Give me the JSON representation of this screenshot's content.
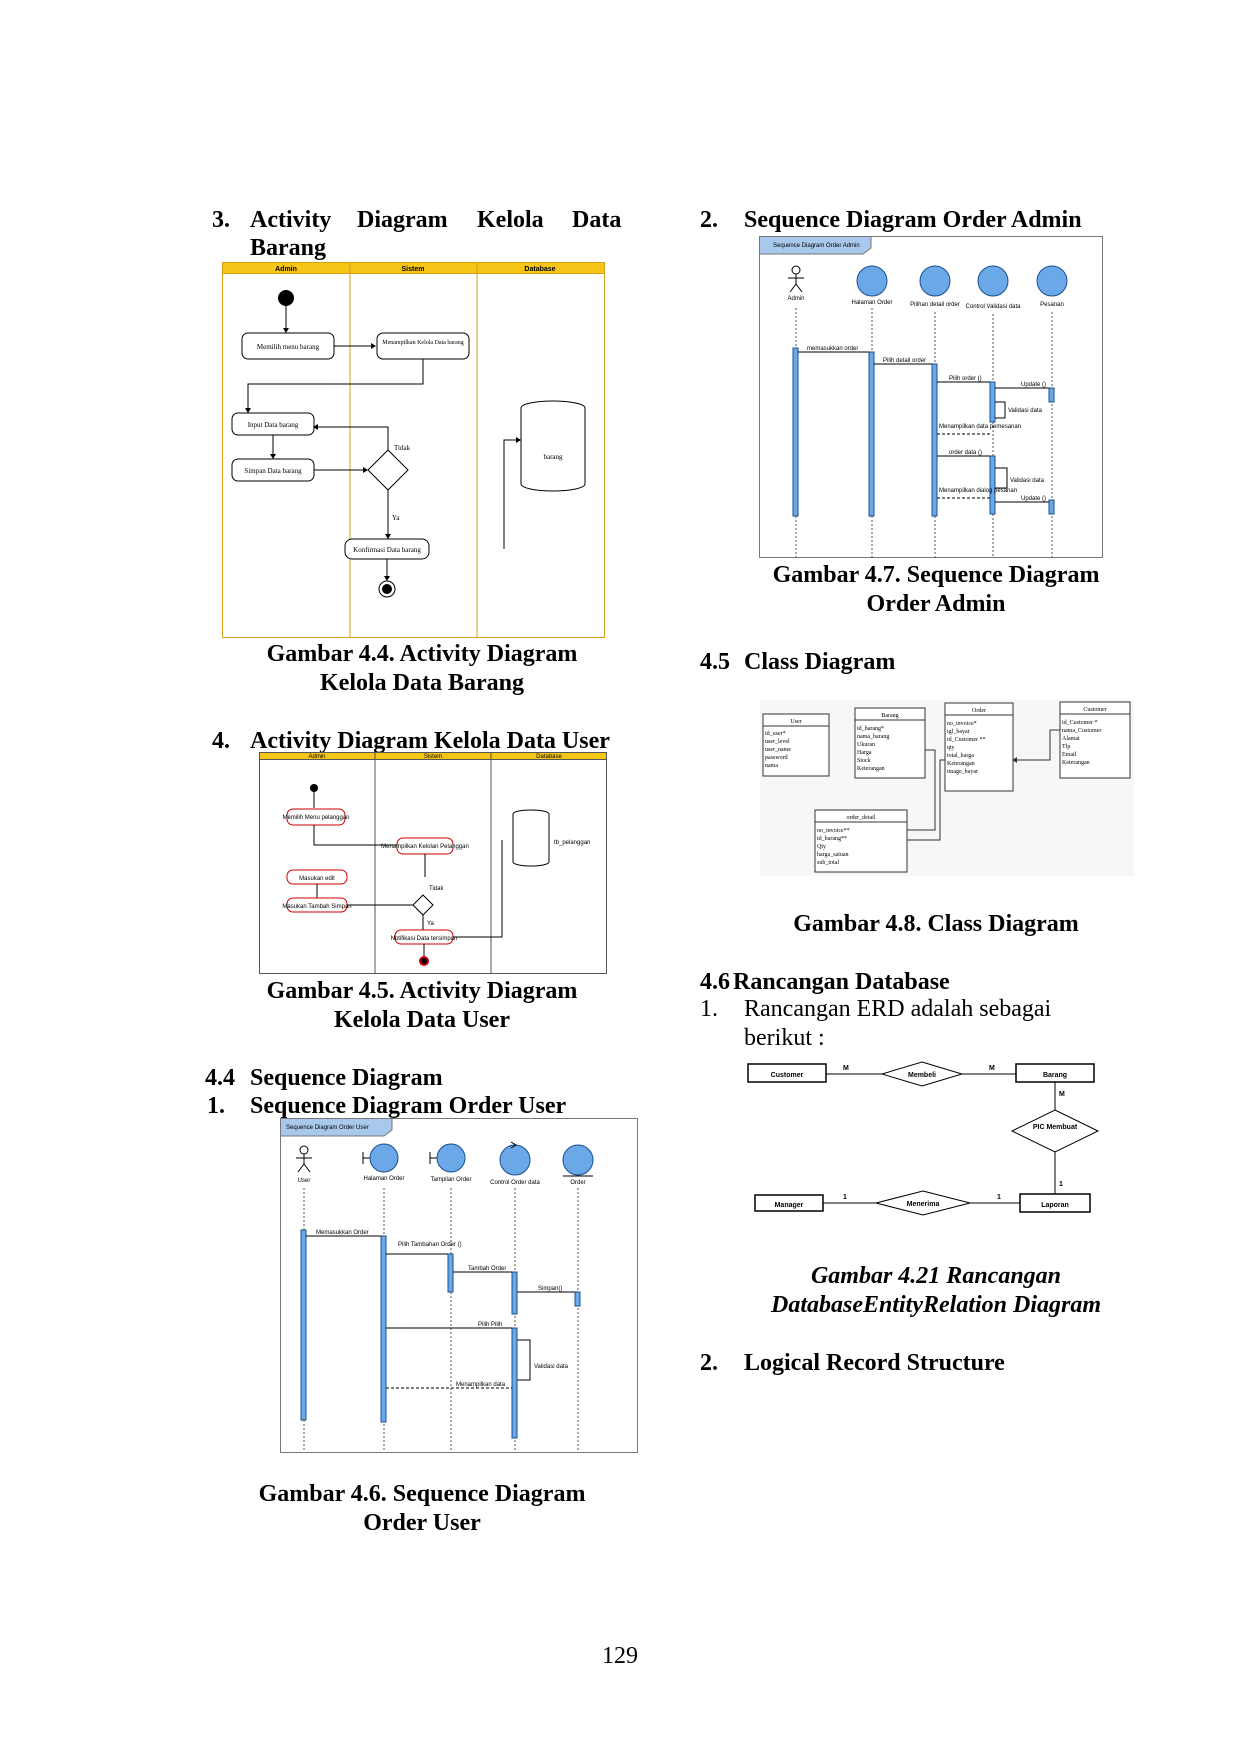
{
  "left": {
    "s3": {
      "num": "3.",
      "title_line1": [
        "Activity",
        "Diagram",
        "Kelola",
        "Data"
      ],
      "title_line2": "Barang"
    },
    "fig44": {
      "lanes": [
        "Admin",
        "Sistem",
        "Database"
      ],
      "nodes": {
        "a1": "Memilih menu barang",
        "a2": "Menampilkan Kelola Data barang",
        "a3": "Input Data barang",
        "a4": "Simpan Data barang",
        "a5": "Konfirmasi Data barang",
        "db": "barang"
      },
      "guards": {
        "no": "Tidak",
        "yes": "Ya"
      },
      "caption_line1": "Gambar 4.4. Activity Diagram",
      "caption_line2": "Kelola Data Barang"
    },
    "s4": {
      "num": "4.",
      "title": "Activity Diagram Kelola Data User"
    },
    "fig45": {
      "lanes": [
        "Admin",
        "Sistem",
        "Database"
      ],
      "nodes": {
        "a1": "Memilih Menu pelanggan",
        "a2": "Menampilkan Kelolan Pelanggan",
        "a3": "Masukan edit",
        "a4": "Masukan Tambah Simpan",
        "a5": "Notifikasi Data tersimpan",
        "db": "tb_pelanggan"
      },
      "guards": {
        "no": "Tidak",
        "yes": "Ya"
      },
      "caption_line1": "Gambar 4.5. Activity Diagram",
      "caption_line2": "Kelola Data User"
    },
    "s44": {
      "num": "4.4",
      "title": "Sequence Diagram"
    },
    "s44_1": {
      "num": "1.",
      "title": "Sequence Diagram Order User"
    },
    "fig46": {
      "frame_title": "Sequence Diagram Order User",
      "lifelines": [
        "User",
        "Halaman Order",
        "Tampilan Order",
        "Control Order data",
        "Order"
      ],
      "messages": [
        "Memasukkan Order",
        "Pilih Tambahan Order ()",
        "Tambah Order",
        "Simpan()",
        "Pilih Pilih",
        "Validasi data",
        "Menampilkan data"
      ],
      "caption_line1": "Gambar 4.6. Sequence Diagram",
      "caption_line2": "Order User"
    }
  },
  "right": {
    "s2": {
      "num": "2.",
      "title": "Sequence Diagram Order Admin"
    },
    "fig47": {
      "frame_title": "Sequence Diagram Order Admin",
      "lifelines": [
        "Admin",
        "Halaman Order",
        "Pilihan detail order",
        "Control Validasi data",
        "Pesanan"
      ],
      "messages": [
        "memasukkan order",
        "Pilih detail order",
        "Pilih order ()",
        "Update ()",
        "Validasi data",
        "Menampilkan data pemesanan",
        "order data ()",
        "Validasi data",
        "Menampilkan dialog pesanan",
        "Update ()"
      ],
      "caption_line1": "Gambar 4.7. Sequence Diagram",
      "caption_line2": "Order Admin"
    },
    "s45": {
      "num": "4.5",
      "title": "Class Diagram"
    },
    "fig48": {
      "classes": [
        {
          "name": "User",
          "attrs": [
            "id_user*",
            "user_level",
            "user_name",
            "password",
            "nama"
          ]
        },
        {
          "name": "Barang",
          "attrs": [
            "id_barang*",
            "nama_barang",
            "Ukuran",
            "Harga",
            "Stock",
            "Keterangan"
          ]
        },
        {
          "name": "Order",
          "attrs": [
            "no_invoice*",
            "tgl_bayar",
            "id_Customer **",
            "qty",
            "total_harga",
            "Keterangan",
            "image_bayar"
          ]
        },
        {
          "name": "Customer",
          "attrs": [
            "id_Customer *",
            "nama_Customer",
            "Alamat",
            "Tlp",
            "Email",
            "Keterangan"
          ]
        },
        {
          "name": "order_detail",
          "attrs": [
            "no_invoice**",
            "id_barang**",
            "Qty",
            "harga_satuan",
            "sub_total"
          ]
        }
      ],
      "caption": "Gambar 4.8. Class Diagram"
    },
    "s46": {
      "num": "4.6",
      "title": "Rancangan Database"
    },
    "s46_1": {
      "num": "1.",
      "text_line1": "Rancangan ERD adalah sebagai",
      "text_line2": "berikut :"
    },
    "fig421": {
      "entities": [
        "Customer",
        "Barang",
        "Laporan",
        "Manager"
      ],
      "relations": [
        "Membeli",
        "PIC Membuat",
        "Menerima"
      ],
      "cardinalities": [
        "M",
        "M",
        "M",
        "1",
        "1",
        "1"
      ],
      "caption_line1": "Gambar 4.21 Rancangan",
      "caption_line2": "DatabaseEntityRelation Diagram"
    },
    "s2b": {
      "num": "2.",
      "title": "Logical Record Structure"
    }
  },
  "page_number": "129"
}
